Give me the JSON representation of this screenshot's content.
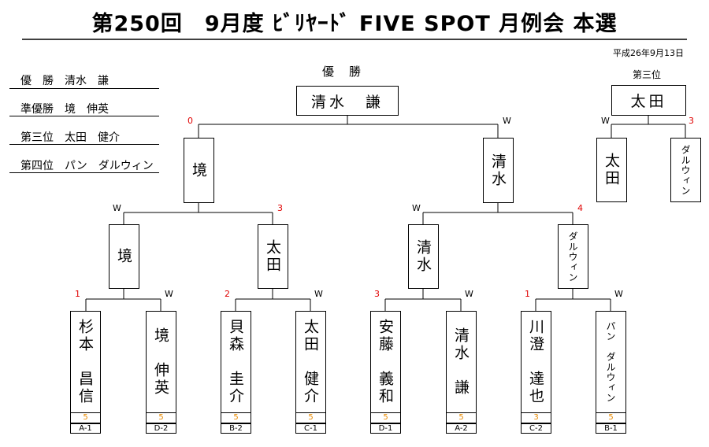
{
  "title": "第250回　9月度 ﾋﾞﾘﾔｰﾄﾞ FIVE SPOT 月例会 本選",
  "date": "平成26年9月13日",
  "results": [
    {
      "rank": "優　勝",
      "name": "清水　謙"
    },
    {
      "rank": "準優勝",
      "name": "境　伸英"
    },
    {
      "rank": "第三位",
      "name": "太田　健介"
    },
    {
      "rank": "第四位",
      "name": "パン　ダルウィン"
    }
  ],
  "final": {
    "label": "優　勝",
    "winner": "清水　謙",
    "left_mark": "0",
    "right_mark": "W"
  },
  "third_place": {
    "label": "第三位",
    "winner": "太田",
    "left_mark": "W",
    "right_mark": "3"
  },
  "semis": [
    {
      "name": "境",
      "left_mark": "W",
      "right_mark": "3"
    },
    {
      "name": "清水",
      "left_mark": "W",
      "right_mark": "4"
    }
  ],
  "third_players": [
    "太田",
    "ダルウィン"
  ],
  "quarters": [
    {
      "name": "境",
      "left_mark": "1",
      "right_mark": "W"
    },
    {
      "name": "太田",
      "left_mark": "2",
      "right_mark": "W"
    },
    {
      "name": "清水",
      "left_mark": "3",
      "right_mark": "W"
    },
    {
      "name": "ダルウィン",
      "left_mark": "1",
      "right_mark": "W"
    }
  ],
  "players": [
    {
      "name": "杉本　昌信",
      "score": "5",
      "code": "A-1"
    },
    {
      "name": "境　伸英",
      "score": "5",
      "code": "D-2"
    },
    {
      "name": "貝森　圭介",
      "score": "5",
      "code": "B-2"
    },
    {
      "name": "太田　健介",
      "score": "5",
      "code": "C-1"
    },
    {
      "name": "安藤　義和",
      "score": "5",
      "code": "D-1"
    },
    {
      "name": "清水　謙",
      "score": "5",
      "code": "A-2"
    },
    {
      "name": "川澄　達也",
      "score": "3",
      "code": "C-2"
    },
    {
      "name": "パン　ダルウィン",
      "score": "5",
      "code": "B-1"
    }
  ]
}
